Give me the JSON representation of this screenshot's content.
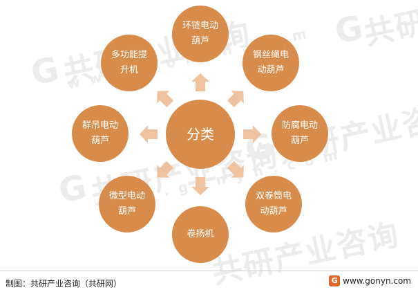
{
  "diagram": {
    "center": {
      "label": "分类"
    },
    "nodes": [
      {
        "id": "top",
        "line1": "环链电动",
        "line2": "葫芦"
      },
      {
        "id": "top-right",
        "line1": "钢丝绳电",
        "line2": "动葫芦"
      },
      {
        "id": "right",
        "line1": "防腐电动",
        "line2": "葫芦"
      },
      {
        "id": "bottom-right",
        "line1": "双卷筒电",
        "line2": "动葫芦"
      },
      {
        "id": "bottom",
        "line1": "卷扬机",
        "line2": ""
      },
      {
        "id": "bottom-left",
        "line1": "微型电动",
        "line2": "葫芦"
      },
      {
        "id": "left",
        "line1": "群吊电动",
        "line2": "葫芦"
      },
      {
        "id": "top-left",
        "line1": "多功能提",
        "line2": "升机"
      }
    ]
  },
  "footer": {
    "source": "制图：共研产业咨询（共研网）",
    "brand_logo": "G",
    "brand_url": "www.gonyn.com"
  },
  "colors": {
    "node_fill": "#d88c4b",
    "arrow_fill": "#efc3a0",
    "node_text": "#ffffff"
  },
  "watermark": {
    "cn": "共研产业咨询",
    "url": "www.gonyn.com",
    "logo": "G"
  }
}
